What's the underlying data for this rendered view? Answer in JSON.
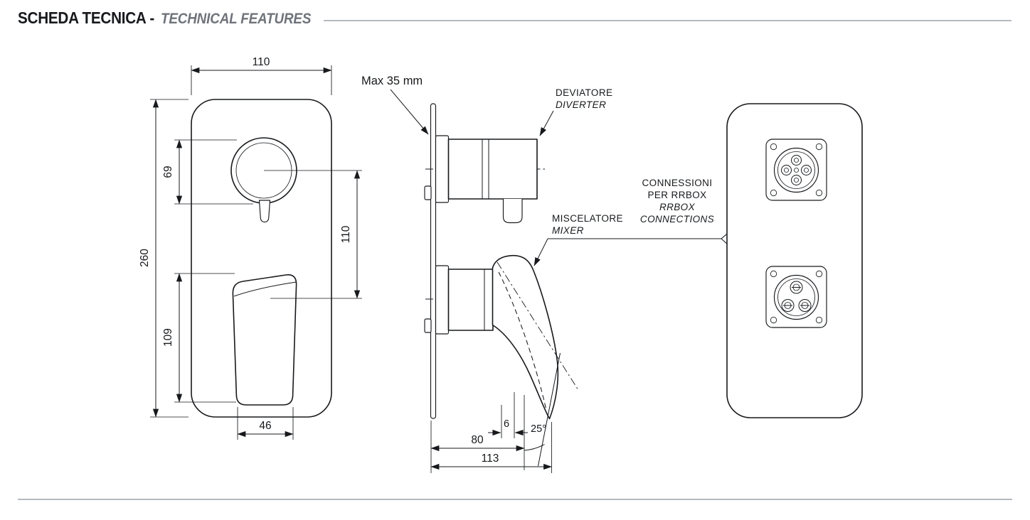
{
  "header": {
    "title_it": "SCHEDA TECNICA -",
    "title_en": "TECHNICAL FEATURES"
  },
  "front_view": {
    "dim_width_top": "110",
    "dim_knob": "69",
    "dim_height": "260",
    "dim_centers": "110",
    "dim_lever": "109",
    "dim_lever_width": "46"
  },
  "side_view": {
    "max_depth": "Max 35 mm",
    "diverter_label_it": "DEVIATORE",
    "diverter_label_en": "DIVERTER",
    "mixer_label_it": "MISCELATORE",
    "mixer_label_en": "MIXER",
    "dim_6": "6",
    "dim_angle": "25°",
    "dim_80": "80",
    "dim_113": "113"
  },
  "back_view": {
    "connections_line1": "CONNESSIONI",
    "connections_line2": "PER RRBOX",
    "connections_line3": "RRBOX",
    "connections_line4": "CONNECTIONS"
  },
  "colors": {
    "line": "#17191c",
    "rule": "#b5b9bf"
  }
}
